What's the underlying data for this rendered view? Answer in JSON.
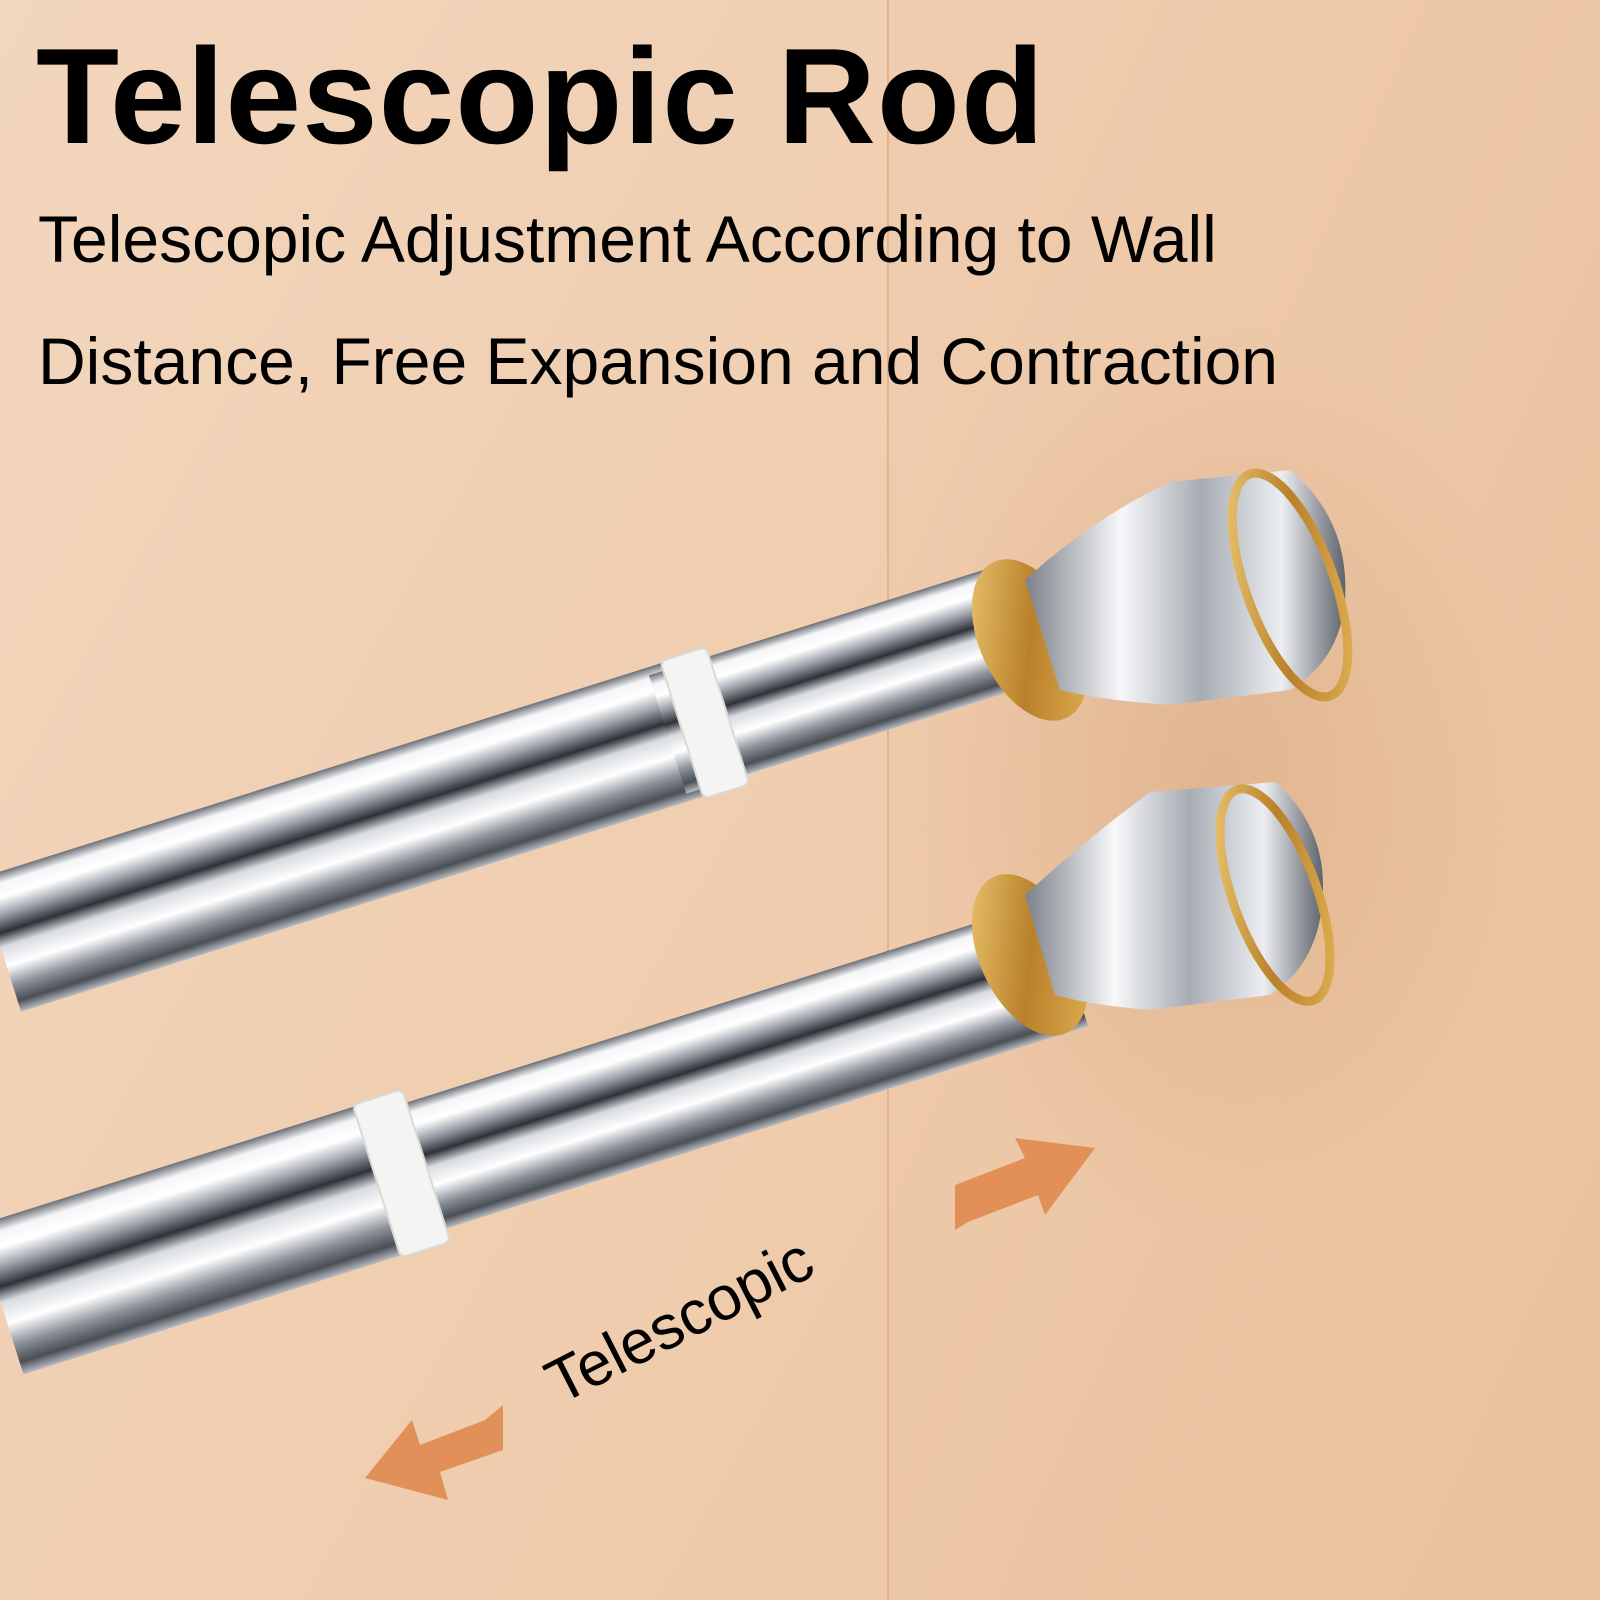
{
  "heading": {
    "title": "Telescopic Rod",
    "subtitle_line1": "Telescopic Adjustment According to Wall",
    "subtitle_line2": "Distance, Free Expansion and Contraction"
  },
  "annotation": {
    "label": "Telescopic"
  },
  "colors": {
    "wall_left": "#f0d2b6",
    "wall_right": "#ecc7a6",
    "arrow": "#e08a50",
    "gold_ring": "#c8922e",
    "chrome": "#c9ccd1",
    "text": "#000000"
  },
  "icons": [
    "arrow-right-icon",
    "arrow-left-icon"
  ]
}
